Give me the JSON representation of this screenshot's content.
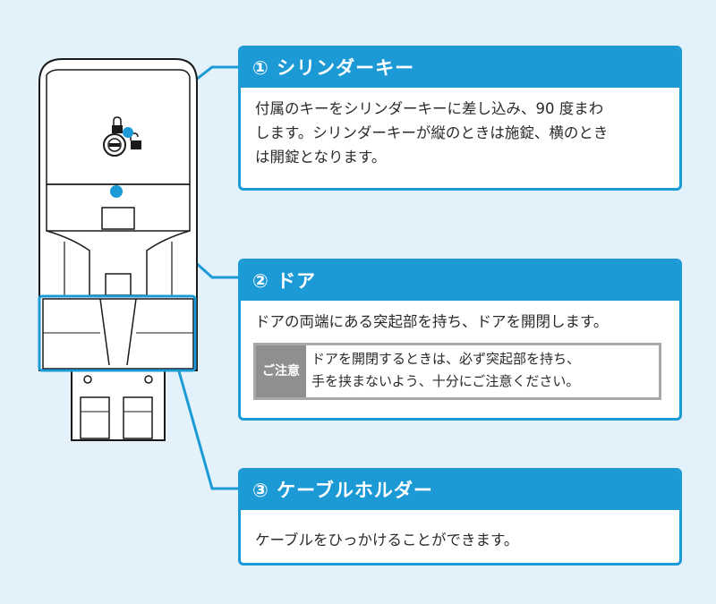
{
  "colors": {
    "background": "#e3f1fa",
    "accent": "#1c9ad6",
    "caution_label_bg": "#8f8f8f",
    "caution_border": "#a9a9a9"
  },
  "callouts": [
    {
      "title": "① シリンダーキー",
      "body_lines": [
        "付属のキーをシリンダーキーに差し込み、90 度まわ",
        "します。シリンダーキーが縦のときは施錠、横のとき",
        "は開錠となります。"
      ]
    },
    {
      "title": "② ドア",
      "body_lines": [
        "ドアの両端にある突起部を持ち、ドアを開閉します。"
      ],
      "caution": {
        "label": "ご注意",
        "lines": [
          "ドアを開閉するときは、必ず突起部を持ち、",
          "手を挟まないよう、十分にご注意ください。"
        ]
      }
    },
    {
      "title": "③ ケーブルホルダー",
      "body_lines": [
        "ケーブルをひっかけることができます。"
      ]
    }
  ],
  "device": {
    "lock_icons": [
      "locked-padlock-icon",
      "unlocked-padlock-icon"
    ]
  }
}
